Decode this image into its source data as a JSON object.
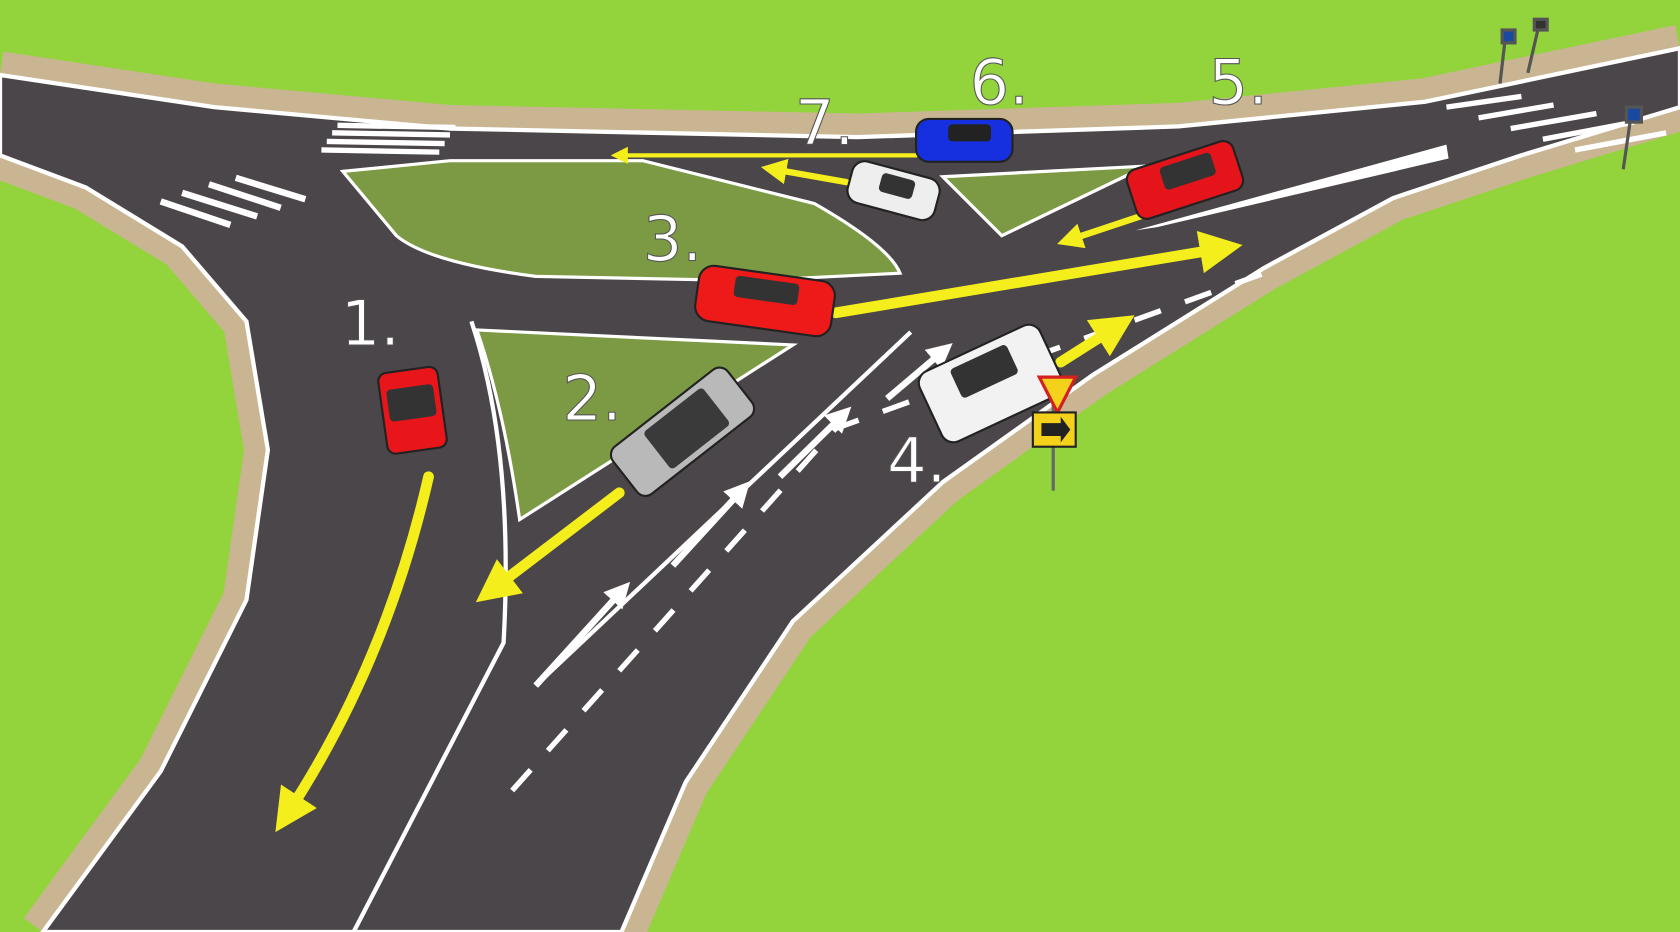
{
  "labels": [
    "1.",
    "2.",
    "3.",
    "4.",
    "5.",
    "6.",
    "7."
  ],
  "colors": {
    "grass": "#93d43c",
    "road": "#4b4649",
    "sidewalk": "#c9b592",
    "island": "#7c9a44",
    "marking_yellow": "#f4ee1c",
    "marking_white": "#ffffff"
  },
  "cars": [
    {
      "id": "1",
      "color": "#e8161a",
      "type": "small red car"
    },
    {
      "id": "2",
      "color": "#b9b9b9",
      "type": "silver estate car"
    },
    {
      "id": "3",
      "color": "#ee1a1a",
      "type": "red hatchback"
    },
    {
      "id": "4",
      "color": "#f2f2f2",
      "type": "white SUV"
    },
    {
      "id": "5",
      "color": "#e5141a",
      "type": "red estate car"
    },
    {
      "id": "6",
      "color": "#1630e0",
      "type": "blue hatchback"
    },
    {
      "id": "7",
      "color": "#eeeeee",
      "type": "white sports car"
    }
  ],
  "signs": [
    "yield-sign",
    "direction-arrow-sign"
  ]
}
